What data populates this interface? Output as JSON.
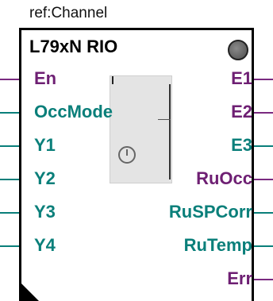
{
  "ref_label": "ref:Channel",
  "block": {
    "title": "L79xN RIO"
  },
  "inputs": [
    "En",
    "OccMode",
    "Y1",
    "Y2",
    "Y3",
    "Y4"
  ],
  "outputs": [
    "E1",
    "E2",
    "E3",
    "RuOcc",
    "RuSPCorr",
    "RuTemp",
    "Err"
  ],
  "colors": {
    "input_text": "#0a7f7a",
    "output_text": "#6e1f73",
    "border": "#000000",
    "status_led": "#6b6b6b"
  }
}
